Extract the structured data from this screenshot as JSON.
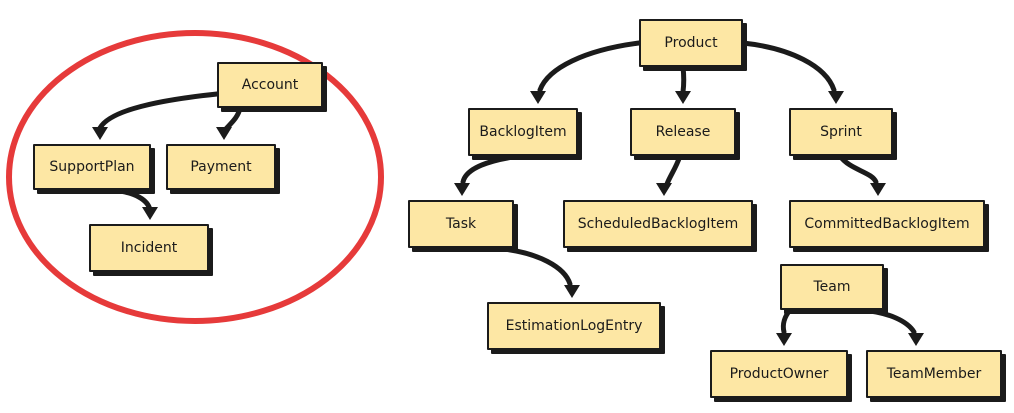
{
  "colors": {
    "box_fill": "#fde7a4",
    "box_border": "#1b1b1b",
    "connector": "#1b1b1b",
    "highlight_ring": "#e63a3a"
  },
  "nodes": {
    "account": "Account",
    "support_plan": "SupportPlan",
    "payment": "Payment",
    "incident": "Incident",
    "product": "Product",
    "backlog_item": "BacklogItem",
    "release": "Release",
    "sprint": "Sprint",
    "task": "Task",
    "scheduled_backlog_item": "ScheduledBacklogItem",
    "committed_backlog_item": "CommittedBacklogItem",
    "estimation_log_entry": "EstimationLogEntry",
    "team": "Team",
    "product_owner": "ProductOwner",
    "team_member": "TeamMember"
  },
  "edges": [
    {
      "from": "account",
      "to": "support_plan"
    },
    {
      "from": "account",
      "to": "payment"
    },
    {
      "from": "support_plan",
      "to": "incident"
    },
    {
      "from": "product",
      "to": "backlog_item"
    },
    {
      "from": "product",
      "to": "release"
    },
    {
      "from": "product",
      "to": "sprint"
    },
    {
      "from": "backlog_item",
      "to": "task"
    },
    {
      "from": "release",
      "to": "scheduled_backlog_item"
    },
    {
      "from": "sprint",
      "to": "committed_backlog_item"
    },
    {
      "from": "task",
      "to": "estimation_log_entry"
    },
    {
      "from": "team",
      "to": "product_owner"
    },
    {
      "from": "team",
      "to": "team_member"
    }
  ]
}
